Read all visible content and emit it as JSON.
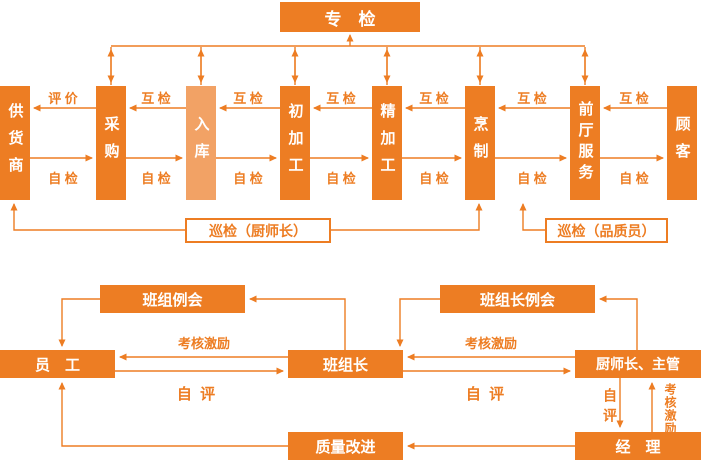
{
  "colors": {
    "orange": "#ED7D23",
    "light_orange": "#F2A265"
  },
  "top": {
    "special_inspection": "专　检",
    "stations": [
      "供货商",
      "采购",
      "入库",
      "初加工",
      "精加工",
      "烹制",
      "前厅服务",
      "顾客"
    ],
    "upper_labels": [
      "评 价",
      "互 检",
      "互 检",
      "互 检",
      "互 检",
      "互 检",
      "互 检"
    ],
    "lower_labels": [
      "自 检",
      "自 检",
      "自 检",
      "自 检",
      "自 检",
      "自 检",
      "自 检"
    ],
    "patrol_chef": "巡检（厨师长）",
    "patrol_quality": "巡检（品质员）"
  },
  "bottom": {
    "team_meeting": "班组例会",
    "leader_meeting": "班组长例会",
    "employee": "员　工",
    "team_leader": "班组长",
    "chef_supervisor": "厨师长、主管",
    "manager": "经　理",
    "quality_improvement": "质量改进",
    "incentive_left": "考核激励",
    "self_eval_left": "自 评",
    "incentive_mid": "考核激励",
    "self_eval_mid": "自 评",
    "self_eval_vertical": "自评",
    "incentive_vertical": "考核激励"
  }
}
